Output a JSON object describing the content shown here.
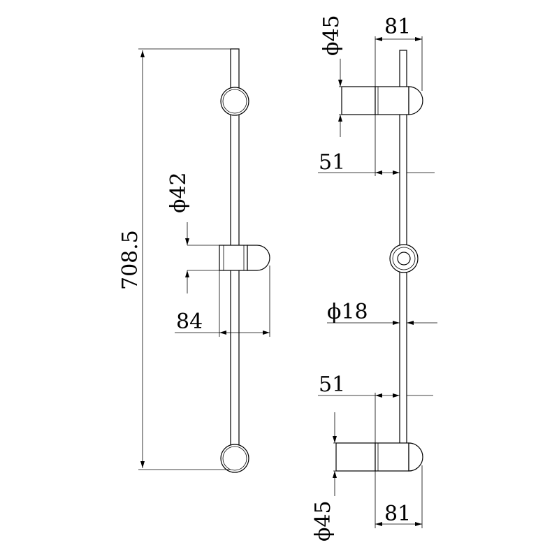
{
  "drawing": {
    "front_view": {
      "overall_height_label": "708.5",
      "holder_diameter_label": "ϕ42",
      "holder_depth_label": "84"
    },
    "side_view": {
      "top_bracket_diameter_label": "ϕ45",
      "top_bracket_depth_label": "81",
      "top_offset_label": "51",
      "rod_diameter_label": "ϕ18",
      "bottom_offset_label": "51",
      "bottom_bracket_diameter_label": "ϕ45",
      "bottom_bracket_depth_label": "81"
    }
  }
}
